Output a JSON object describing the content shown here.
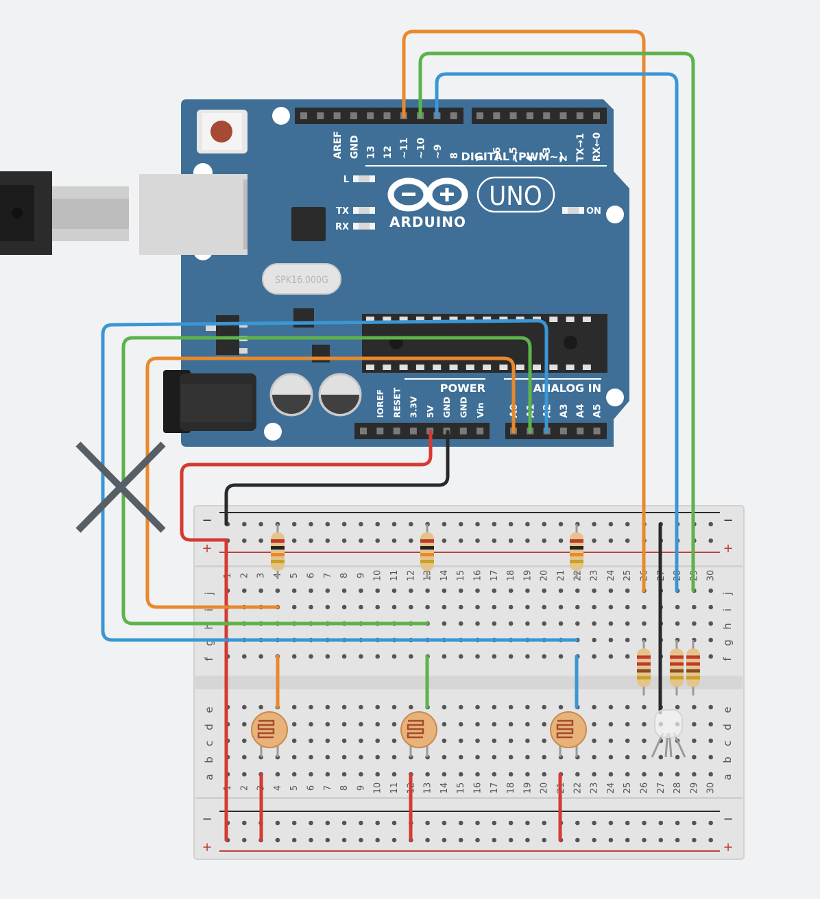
{
  "board": {
    "brand": "ARDUINO",
    "model": "UNO",
    "crystal": "SPK16.000G",
    "led_labels": {
      "l": "L",
      "tx": "TX",
      "rx": "RX",
      "on": "ON"
    },
    "digital_header_title": "DIGITAL (PWM~)",
    "power_header_title": "POWER",
    "analog_header_title": "ANALOG IN",
    "digital_pins_left": [
      "AREF",
      "GND",
      "13",
      "12",
      "~11",
      "~10",
      "~9",
      "8"
    ],
    "digital_pins_right": [
      "7",
      "~6",
      "~5",
      "4",
      "~3",
      "2",
      "TX→1",
      "RX←0"
    ],
    "power_pins": [
      "IOREF",
      "RESET",
      "3.3V",
      "5V",
      "GND",
      "GND",
      "Vin"
    ],
    "analog_pins": [
      "A0",
      "A1",
      "A2",
      "A3",
      "A4",
      "A5"
    ]
  },
  "breadboard": {
    "columns": [
      "1",
      "2",
      "3",
      "4",
      "5",
      "6",
      "7",
      "8",
      "9",
      "10",
      "11",
      "12",
      "13",
      "14",
      "15",
      "16",
      "17",
      "18",
      "19",
      "20",
      "21",
      "22",
      "23",
      "24",
      "25",
      "26",
      "27",
      "28",
      "29",
      "30"
    ],
    "rows_top": [
      "j",
      "i",
      "h",
      "g",
      "f"
    ],
    "rows_bottom": [
      "e",
      "d",
      "c",
      "b",
      "a"
    ],
    "rail_minus": "−",
    "rail_plus": "+"
  },
  "colors": {
    "board": "#3f6f96",
    "wire_orange": "#e8892b",
    "wire_green": "#5db34a",
    "wire_blue": "#3a96d4",
    "wire_red": "#d43a32",
    "wire_black": "#2a2a2a",
    "breadboard": "#e4e4e4"
  }
}
